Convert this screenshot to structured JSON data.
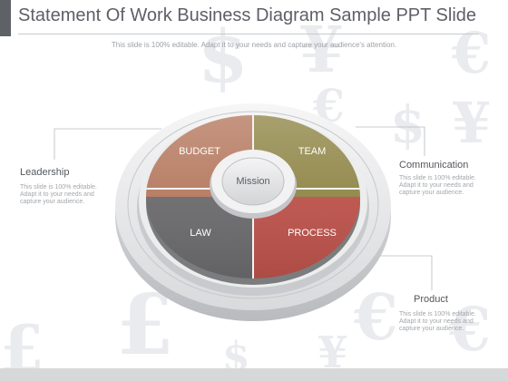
{
  "slide": {
    "title": "Statement Of Work Business Diagram Sample PPT Slide",
    "subtitle": "This slide is 100% editable. Adapt it to your needs and capture your audience's attention."
  },
  "diagram": {
    "center": "Mission",
    "segments": [
      {
        "label": "BUDGET",
        "color": "#b5785e"
      },
      {
        "label": "TEAM",
        "color": "#8f8546"
      },
      {
        "label": "LAW",
        "color": "#6a6a6c"
      },
      {
        "label": "PROCESS",
        "color": "#bb514a"
      }
    ]
  },
  "callouts": {
    "leadership": {
      "title": "Leadership",
      "body": "This slide is 100% editable. Adapt it to your needs and capture your audience."
    },
    "communication": {
      "title": "Communication",
      "body": "This slide is 100% editable. Adapt it to your needs and capture your audience."
    },
    "product": {
      "title": "Product",
      "body": "This slide is 100% editable. Adapt it to your needs and capture your audience."
    }
  },
  "colors": {
    "title_text": "#5d6066",
    "watermark": "#e9ebee",
    "ring": "#e6e7e9",
    "footer": "#d7d8da"
  }
}
